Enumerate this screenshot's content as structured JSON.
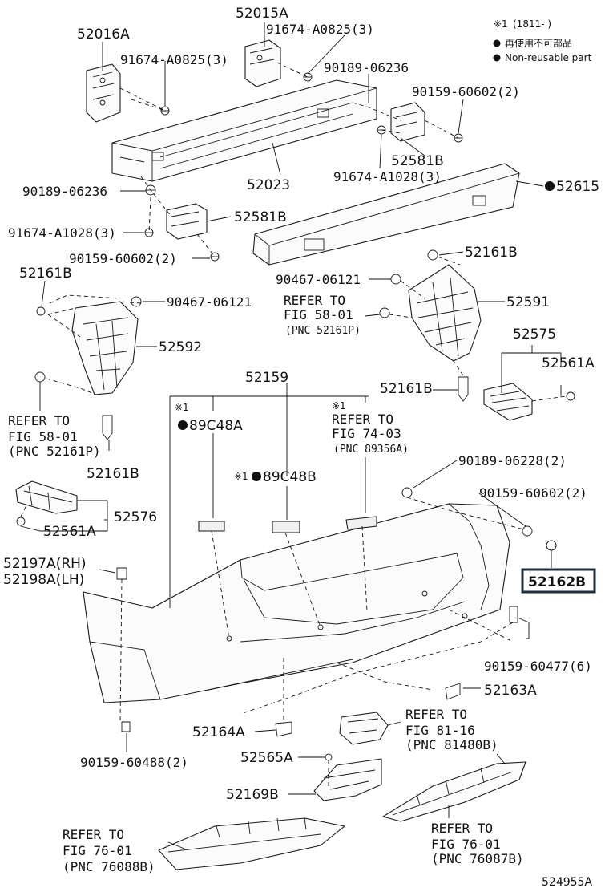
{
  "legend": {
    "note_mark": "※1",
    "note_range": "(1811-          )",
    "line1": "再使用不可部品",
    "line2": "Non-reusable part"
  },
  "labels": {
    "p52015A": "52015A",
    "p52016A": "52016A",
    "p91674_A0825_r": "91674-A0825(3)",
    "p91674_A0825_l": "91674-A0825(3)",
    "p90189_06236_r": "90189-06236",
    "p90159_60602_r": "90159-60602(2)",
    "p52581B_r": "52581B",
    "p91674_A1028_r": "91674-A1028(3)",
    "p52023": "52023",
    "p52615": "52615",
    "p90189_06236_l": "90189-06236",
    "p52581B_l": "52581B",
    "p91674_A1028_l": "91674-A1028(3)",
    "p90159_60602_l": "90159-60602(2)",
    "p52161B_tr": "52161B",
    "p90467_06121_r": "90467-06121",
    "p52591": "52591",
    "p52161B_tl": "52161B",
    "p90467_06121_l": "90467-06121",
    "p52592": "52592",
    "p52575": "52575",
    "p52561A_r": "52561A",
    "p52161B_mr": "52161B",
    "p52159": "52159",
    "p52161B_bl": "52161B",
    "p89C48A": "89C48A",
    "p89C48B": "89C48B",
    "p90189_06228": "90189-06228(2)",
    "p90159_60602_b": "90159-60602(2)",
    "p52576": "52576",
    "p52561A_l": "52561A",
    "p52162B": "52162B",
    "p52197A": "52197A(RH)",
    "p52198A": "52198A(LH)",
    "p90159_60477": "90159-60477(6)",
    "p52163A": "52163A",
    "p52164A": "52164A",
    "p52565A": "52565A",
    "p52169B": "52169B",
    "p90159_60488": "90159-60488(2)",
    "diagram_code": "524955A"
  },
  "notes": {
    "mark": "※1",
    "refer_to": "REFER TO",
    "fig_58_01_r": "FIG 58-01",
    "pnc_52161P_r": "(PNC 52161P)",
    "fig_58_01_l": "FIG 58-01",
    "pnc_52161P_l": "(PNC 52161P)",
    "fig_74_03": "FIG 74-03",
    "pnc_89356A": "(PNC 89356A)",
    "fig_81_16": "FIG 81-16",
    "pnc_81480B": "(PNC 81480B)",
    "fig_76_01_l": "FIG 76-01",
    "pnc_76088B": "(PNC 76088B)",
    "fig_76_01_r": "FIG 76-01",
    "pnc_76087B": "(PNC 76087B)"
  },
  "highlighted_part": "52162B",
  "non_reusable_parts": [
    "52615",
    "89C48A",
    "89C48B"
  ],
  "colors": {
    "line": "#1a1a1a",
    "highlight_border": "#1f2e3a",
    "background": "#ffffff"
  }
}
